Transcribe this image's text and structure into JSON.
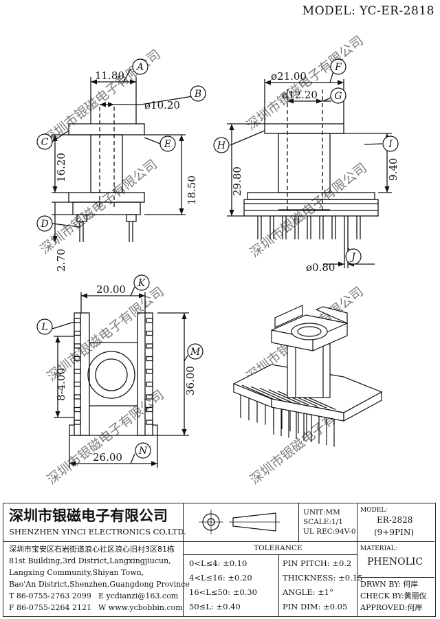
{
  "header": {
    "model": "MODEL: YC-ER-2818"
  },
  "watermark": "深圳市银磁电子有限公司",
  "dimensions": {
    "d1": "11.80",
    "d2": "ø10.20",
    "d3": "16.20",
    "d4": "18.50",
    "d5": "2.70",
    "d6": "ø21.00",
    "d7": "ø12.20",
    "d8": "29.80",
    "d9": "9.40",
    "d10": "ø0.80",
    "d11": "20.00",
    "d12": "8-4.00",
    "d13": "36.00",
    "d14": "26.00"
  },
  "callouts": {
    "A": "A",
    "B": "B",
    "C": "C",
    "D": "D",
    "E": "E",
    "F": "F",
    "G": "G",
    "H": "H",
    "I": "I",
    "J": "J",
    "K": "K",
    "L": "L",
    "M": "M",
    "N": "N"
  },
  "company": {
    "name_cn": "深圳市银磁电子有限公司",
    "name_en": "SHENZHEN YINCI ELECTRONICS CO,LTD.",
    "address": [
      "深圳市宝安区石岩街道浪心社区浪心旧村3区81栋",
      "81st Building,3rd District,Langxingjiucun,",
      "Langxing Community,Shiyan Town,",
      "Bao'An District,Shenzhen,Guangdong Province"
    ],
    "tel": "T 86-0755-2763 2099",
    "email": "E ycdianzi@163.com",
    "fax": "F 86-0755-2264 2121",
    "web": "W www.ycbobbin.com"
  },
  "specs": {
    "unit": "UNIT:MM",
    "scale": "SCALE:1/1",
    "ul": "UL REC:94V-0"
  },
  "model_box": {
    "label": "MODEL:",
    "value": "ER-2828",
    "pins": "(9+9PIN)"
  },
  "tolerance": {
    "title": "TOLERANCE",
    "left": [
      "0<L≤4: ±0.10",
      "4<L≤16: ±0.20",
      "16<L≤50: ±0.30",
      "50≤L: ±0.40"
    ],
    "right": [
      "PIN PITCH: ±0.2",
      "THICKNESS: ±0.15",
      "ANGLE: ±1°",
      "PIN DIM: ±0.05"
    ]
  },
  "material": {
    "label": "MATERIAL:",
    "value": "PHENOLIC"
  },
  "signoff": {
    "drawn": "DRWN BY: 何岸",
    "check": "CHECK BY:黄丽仪",
    "approved": "APPROVED:何岸"
  }
}
